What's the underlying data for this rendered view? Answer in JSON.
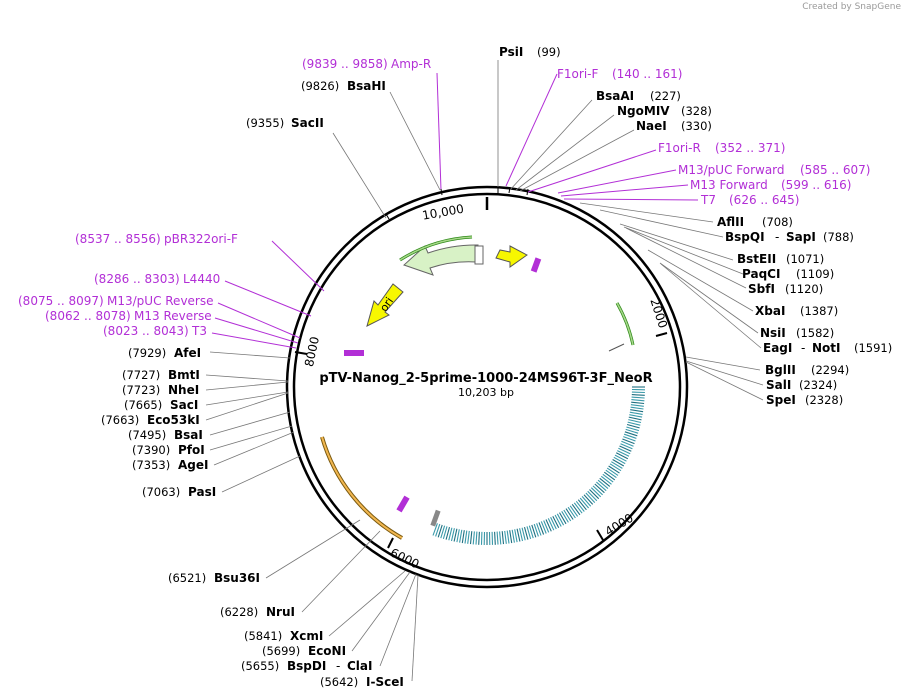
{
  "credit": "Created by SnapGene",
  "map": {
    "name": "pTV-Nanog_2-5prime-1000-24MS96T-3F_NeoR",
    "size": "10,203 bp",
    "ticks": [
      "2000",
      "4000",
      "6000",
      "10,000"
    ],
    "feature_labels": [
      {
        "id": "ampr",
        "range": "(9839 .. 9858)",
        "name": "Amp-R"
      },
      {
        "id": "f1orif",
        "range": "(140 .. 161)",
        "name": "F1ori-F"
      },
      {
        "id": "f1orir",
        "range": "(352 .. 371)",
        "name": "F1ori-R"
      },
      {
        "id": "m13puc",
        "range": "(585 .. 607)",
        "name": "M13/pUC Forward"
      },
      {
        "id": "m13fwd",
        "range": "(599 .. 616)",
        "name": "M13 Forward"
      },
      {
        "id": "t7",
        "range": "(626 .. 645)",
        "name": "T7"
      },
      {
        "id": "pbr",
        "range": "(8537 .. 8556)",
        "name": "pBR322ori-F"
      },
      {
        "id": "l4440",
        "range": "(8286 .. 8303)",
        "name": "L4440"
      },
      {
        "id": "m13pucrev",
        "range": "(8075 .. 8097)",
        "name": "M13/pUC Reverse"
      },
      {
        "id": "m13rev",
        "range": "(8062 .. 8078)",
        "name": "M13 Reverse"
      },
      {
        "id": "t3",
        "range": "(8023 .. 8043)",
        "name": "T3"
      }
    ],
    "feature_ori": "ori",
    "enzymes_right": [
      {
        "id": "psi",
        "name": "PsiI",
        "pos": "(99)"
      },
      {
        "id": "bsaai",
        "name": "BsaAI",
        "pos": "(227)"
      },
      {
        "id": "ngomiv",
        "name": "NgoMIV",
        "pos": "(328)"
      },
      {
        "id": "nae",
        "name": "NaeI",
        "pos": "(330)"
      },
      {
        "id": "afl",
        "name": "AflII",
        "pos": "(708)"
      },
      {
        "id": "bspqi",
        "name": "BspQI",
        "name2": "SapI",
        "pos": "(788)"
      },
      {
        "id": "bste",
        "name": "BstEII",
        "pos": "(1071)"
      },
      {
        "id": "paqci",
        "name": "PaqCI",
        "pos": "(1109)"
      },
      {
        "id": "sbf",
        "name": "SbfI",
        "pos": "(1120)"
      },
      {
        "id": "xba",
        "name": "XbaI",
        "pos": "(1387)"
      },
      {
        "id": "nsi",
        "name": "NsiI",
        "pos": "(1582)"
      },
      {
        "id": "eag",
        "name": "EagI",
        "name2": "NotI",
        "pos": "(1591)"
      },
      {
        "id": "bgl",
        "name": "BglII",
        "pos": "(2294)"
      },
      {
        "id": "sal",
        "name": "SalI",
        "pos": "(2324)"
      },
      {
        "id": "spe",
        "name": "SpeI",
        "pos": "(2328)"
      }
    ],
    "enzymes_left": [
      {
        "id": "bsahi",
        "name": "BsaHI",
        "pos": "(9826)"
      },
      {
        "id": "sacii",
        "name": "SacII",
        "pos": "(9355)"
      },
      {
        "id": "afe",
        "name": "AfeI",
        "pos": "(7929)"
      },
      {
        "id": "bmt",
        "name": "BmtI",
        "pos": "(7727)"
      },
      {
        "id": "nhe",
        "name": "NheI",
        "pos": "(7723)"
      },
      {
        "id": "sac",
        "name": "SacI",
        "pos": "(7665)"
      },
      {
        "id": "eco53",
        "name": "Eco53kI",
        "pos": "(7663)"
      },
      {
        "id": "bsai",
        "name": "BsaI",
        "pos": "(7495)"
      },
      {
        "id": "pfo",
        "name": "PfoI",
        "pos": "(7390)"
      },
      {
        "id": "age",
        "name": "AgeI",
        "pos": "(7353)"
      },
      {
        "id": "pas",
        "name": "PasI",
        "pos": "(7063)"
      },
      {
        "id": "bsu36",
        "name": "Bsu36I",
        "pos": "(6521)"
      },
      {
        "id": "nru",
        "name": "NruI",
        "pos": "(6228)"
      },
      {
        "id": "xcm",
        "name": "XcmI",
        "pos": "(5841)"
      },
      {
        "id": "econi",
        "name": "EcoNI",
        "pos": "(5699)"
      },
      {
        "id": "bspdi",
        "name": "BspDI",
        "name2": "ClaI",
        "pos": "(5655)"
      },
      {
        "id": "isce",
        "name": "I-SceI",
        "pos": "(5642)"
      }
    ],
    "colors": {
      "feature_purple": "#b22fd6",
      "yellow": "#f7f700",
      "light_green": "#d8f2c6",
      "orange": "#f2b750",
      "teal": "#3a9aaa"
    }
  }
}
